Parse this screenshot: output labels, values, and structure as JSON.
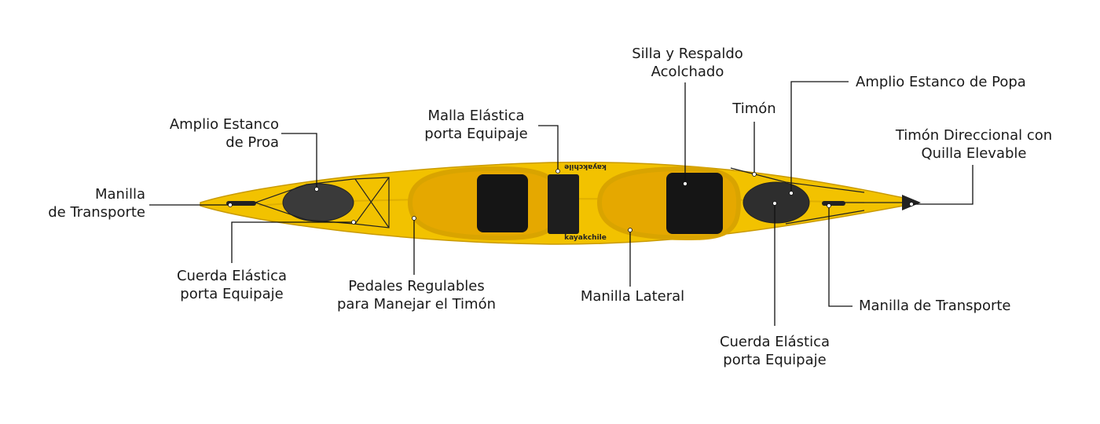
{
  "diagram": {
    "subject": "kayak",
    "logo_text": "kayakchile",
    "colors": {
      "hull": "#F2C200",
      "hull_dark": "#C99A00",
      "hatch": "#3a3a3a",
      "seat": "#151515",
      "line": "#111111"
    },
    "labels": [
      {
        "id": "manilla-proa",
        "lines": [
          "Manilla",
          "de Transporte"
        ]
      },
      {
        "id": "estanco-proa",
        "lines": [
          "Amplio Estanco",
          "de Proa"
        ]
      },
      {
        "id": "cuerda-proa",
        "lines": [
          "Cuerda Elástica",
          "porta Equipaje"
        ]
      },
      {
        "id": "pedales",
        "lines": [
          "Pedales Regulables",
          "para Manejar el Timón"
        ]
      },
      {
        "id": "malla",
        "lines": [
          "Malla Elástica",
          "porta Equipaje"
        ]
      },
      {
        "id": "silla",
        "lines": [
          "Silla y Respaldo",
          "Acolchado"
        ]
      },
      {
        "id": "manilla-lateral",
        "lines": [
          "Manilla Lateral"
        ]
      },
      {
        "id": "timon",
        "lines": [
          "Timón"
        ]
      },
      {
        "id": "estanco-popa",
        "lines": [
          "Amplio Estanco de Popa"
        ]
      },
      {
        "id": "cuerda-popa",
        "lines": [
          "Cuerda Elástica",
          "porta Equipaje"
        ]
      },
      {
        "id": "timon-direccional",
        "lines": [
          "Timón Direccional con",
          "Quilla Elevable"
        ]
      },
      {
        "id": "manilla-popa",
        "lines": [
          "Manilla de Transporte"
        ]
      }
    ]
  }
}
